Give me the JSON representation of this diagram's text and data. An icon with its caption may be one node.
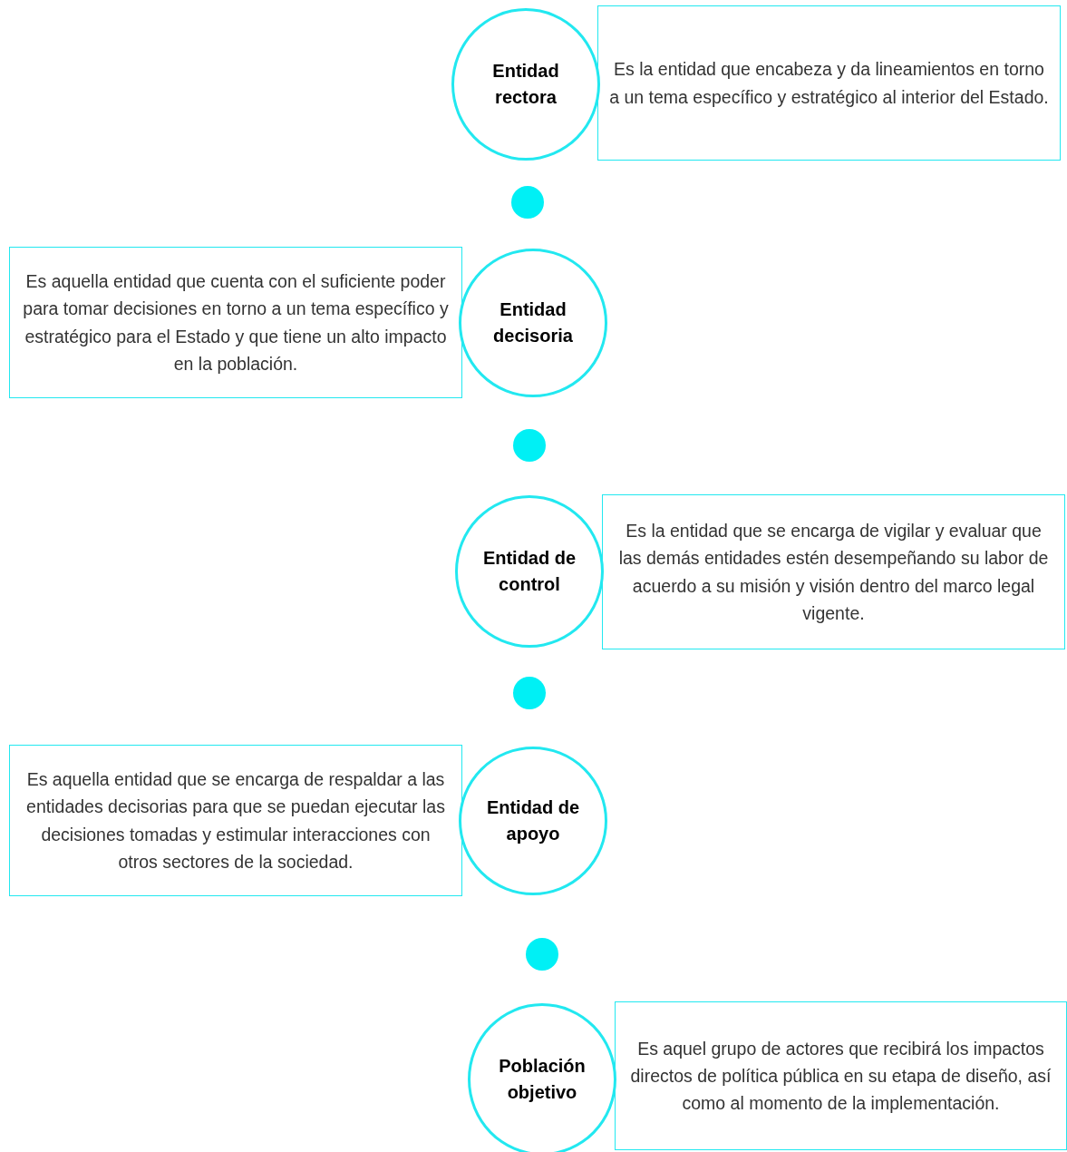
{
  "diagram": {
    "nodes": [
      {
        "text": [
          "Entidad rectora"
        ]
      },
      {
        "text": [
          "Es la entidad que encabeza y da lineamientos en torno a un tema específico y estratégico al interior del Estado."
        ]
      },
      {
        "text": [],
        "shape": "circle"
      },
      {
        "text": [
          "Es aquella entidad que cuenta con el suficiente poder para tomar decisiones en torno a un tema específico y estratégico para el Estado y que tiene un alto impacto en la población."
        ]
      },
      {
        "text": [
          "Entidad decisoria"
        ]
      },
      {
        "text": [],
        "shape": "circle"
      },
      {
        "text": [
          "Entidad de control"
        ]
      },
      {
        "text": [
          "Es la entidad que se encarga de vigilar y evaluar que las demás entidades estén desempeñando su labor de acuerdo a su misión y visión dentro del marco legal vigente."
        ]
      },
      {
        "text": [],
        "shape": "circle"
      },
      {
        "text": [
          "Es aquella entidad que se encarga de respaldar a las entidades decisorias para que se puedan ejecutar las decisiones tomadas y estimular interacciones con otros sectores de la sociedad."
        ]
      },
      {
        "text": [
          "Entidad de apoyo"
        ]
      },
      {
        "text": [],
        "shape": "circle"
      },
      {
        "text": [
          "Población objetivo"
        ]
      },
      {
        "text": [
          "Es aquel grupo de actores que recibirá los impactos directos de política pública en su etapa de diseño, así como al momento de la implementación."
        ]
      }
    ]
  }
}
